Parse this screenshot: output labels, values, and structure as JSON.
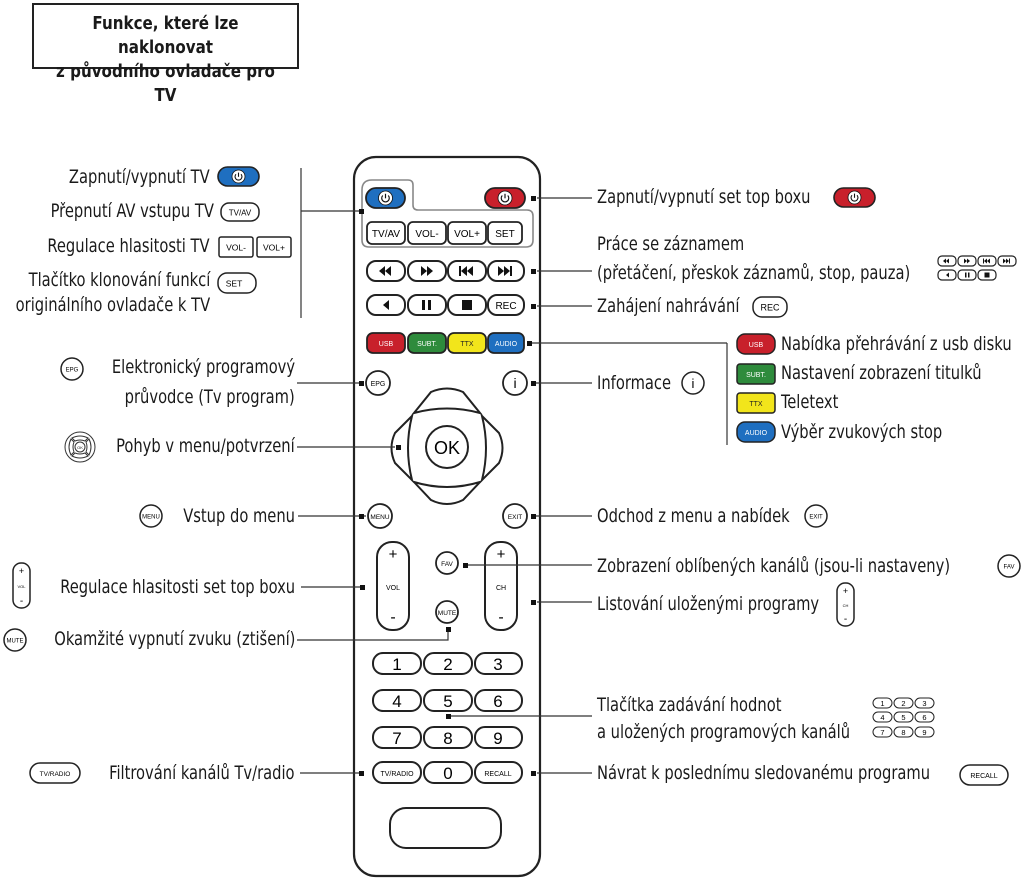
{
  "title": {
    "line1": "Funkce, které lze naklonovat",
    "line2": "z původního ovladače pro TV"
  },
  "colors": {
    "red": "#c8202b",
    "green": "#2e8b3c",
    "yellow": "#f2e51b",
    "blue": "#1f6fc0",
    "outline": "#222222"
  },
  "remote": {
    "keys": {
      "tv_av": "TV/AV",
      "vol_minus": "VOL-",
      "vol_plus": "VOL+",
      "set": "SET",
      "rec": "REC",
      "usb": "USB",
      "subt": "SUBT.",
      "ttx": "TTX",
      "audio": "AUDIO",
      "epg": "EPG",
      "info": "i",
      "ok": "OK",
      "menu": "MENU",
      "exit": "EXIT",
      "fav": "FAV",
      "vol": "VOL",
      "ch": "CH",
      "plus": "+",
      "minus": "-",
      "mute": "MUTE",
      "digits": [
        "1",
        "2",
        "3",
        "4",
        "5",
        "6",
        "7",
        "8",
        "9"
      ],
      "zero": "0",
      "tv_radio": "TV/RADIO",
      "recall": "RECALL"
    },
    "icons": {
      "power": "power-icon",
      "rewind": "rewind-icon",
      "fast_forward": "fast-forward-icon",
      "previous": "previous-icon",
      "next": "next-icon",
      "play_back": "play-back-icon",
      "pause": "pause-icon",
      "stop": "stop-icon",
      "ok_pad": "navigation-pad-icon"
    }
  },
  "labels": {
    "tv_power": "Zapnutí/vypnutí TV",
    "av_input": "Přepnutí AV vstupu TV",
    "tv_volume": "Regulace hlasitosti TV",
    "clone_line1": "Tlačítko klonování funkcí",
    "clone_line2": "originálního ovladače k TV",
    "epg_line1": "Elektronický programový",
    "epg_line2": "průvodce (Tv program)",
    "navigation": "Pohyb v menu/potvrzení",
    "menu": "Vstup do menu",
    "stb_volume": "Regulace hlasitosti set top boxu",
    "mute": "Okamžité vypnutí zvuku (ztišení)",
    "tv_radio": "Filtrování kanálů Tv/radio",
    "stb_power": "Zapnutí/vypnutí set top boxu",
    "record_line1": "Práce se záznamem",
    "record_line2": "(přetáčení, přeskok záznamů, stop, pauza)",
    "rec_start": "Zahájení nahrávání",
    "usb": "Nabídka přehrávání z usb disku",
    "subtitles": "Nastavení zobrazení titulků",
    "teletext": "Teletext",
    "audio": "Výběr zvukových stop",
    "info": "Informace",
    "exit": "Odchod z menu a nabídek",
    "fav": "Zobrazení oblíbených kanálů (jsou-li nastaveny)",
    "channels": "Listování uloženými programy",
    "digits_line1": "Tlačítka zadávání hodnot",
    "digits_line2": "a uložených programových kanálů",
    "recall": "Návrat k poslednímu sledovanému programu"
  }
}
